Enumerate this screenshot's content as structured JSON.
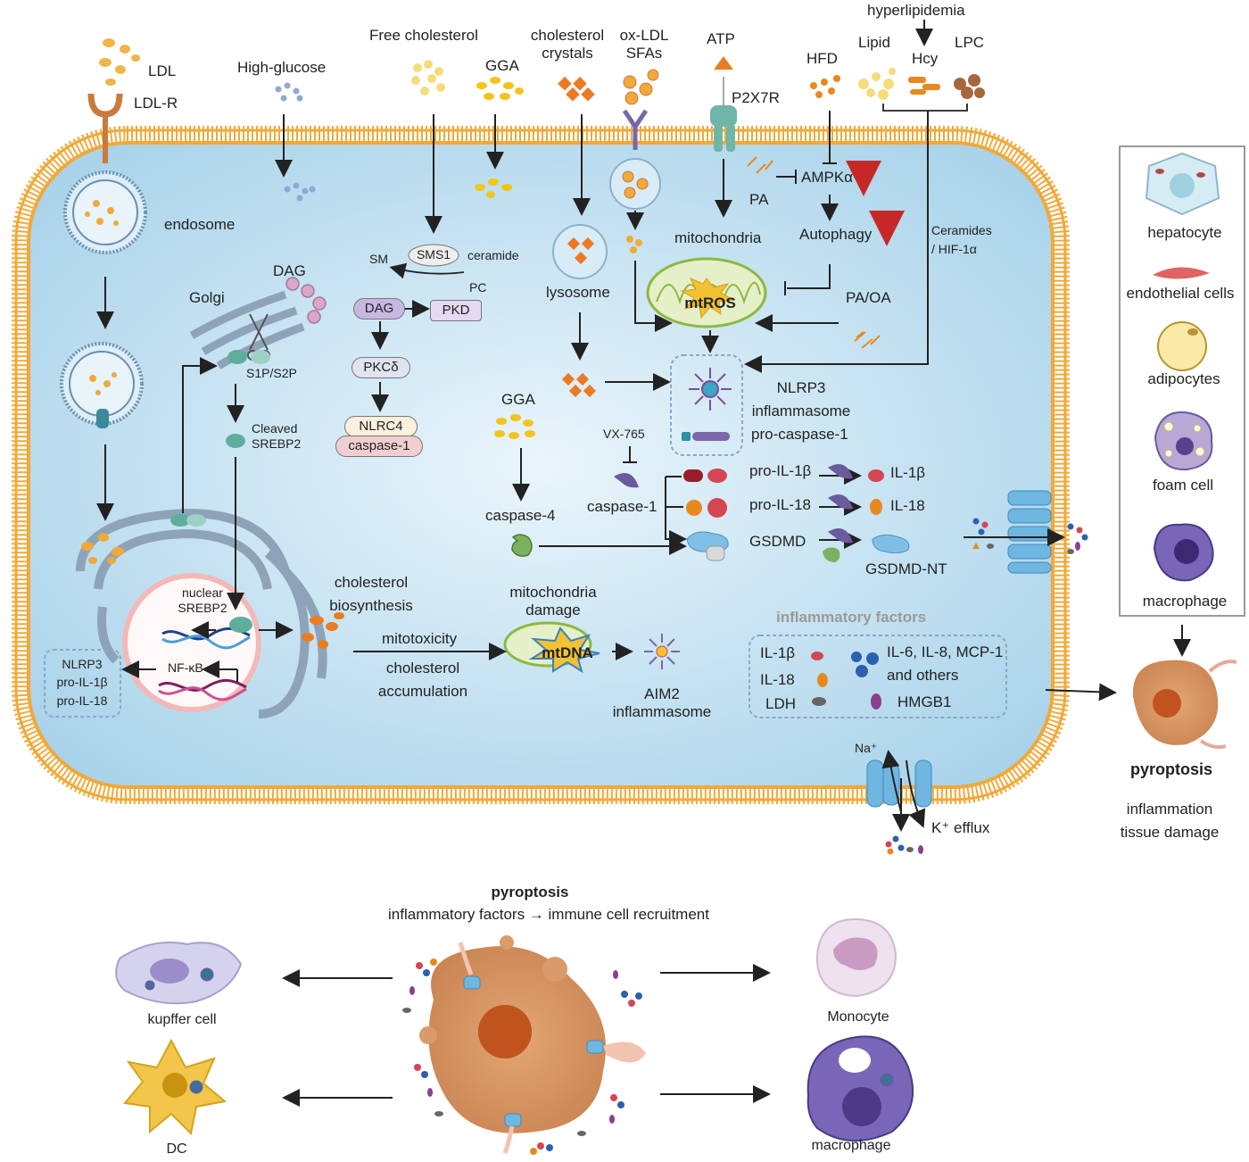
{
  "top": {
    "ldl": "LDL",
    "ldlr": "LDL-R",
    "high_glucose": "High-glucose",
    "free_cholesterol": "Free cholesterol",
    "gga": "GGA",
    "cholesterol_crystals": "cholesterol\ncrystals",
    "oxldl_sfas": "ox-LDL\nSFAs",
    "atp": "ATP",
    "p2x7r": "P2X7R",
    "hfd": "HFD",
    "hyperlipidemia": "hyperlipidemia",
    "lipid": "Lipid",
    "hcy": "Hcy",
    "lpc": "LPC"
  },
  "cell": {
    "endosome": "endosome",
    "golgi": "Golgi",
    "dag_top": "DAG",
    "s1p_s2p": "S1P/S2P",
    "cleaved_srebp2": "Cleaved\nSREBP2",
    "nuclear_srebp2": "nuclear\nSREBP2",
    "nfkb": "NF-κB",
    "nlrp3_box": "NLRP3\npro-IL-1β\npro-IL-18",
    "sm": "SM",
    "sms1": "SMS1",
    "ceramide": "ceramide",
    "pc": "PC",
    "dag": "DAG",
    "pkd": "PKD",
    "pkcd": "PKCδ",
    "nlrc4": "NLRC4",
    "caspase1_pill": "caspase-1",
    "lysosome": "lysosome",
    "gga2": "GGA",
    "vx765": "VX-765",
    "caspase4": "caspase-4",
    "caspase1": "caspase-1",
    "pa": "PA",
    "ampka": "AMPKα",
    "autophagy": "Autophagy",
    "mitochondria": "mitochondria",
    "mtros": "mtROS",
    "paoa": "PA/OA",
    "ceramides_hif": "Ceramides\n/ HIF-1α",
    "nlrp3_inflammasome": "NLRP3\ninflammasome",
    "pro_caspase1": "pro-caspase-1",
    "pro_il1b": "pro-IL-1β",
    "il1b": "IL-1β",
    "pro_il18": "pro-IL-18",
    "il18": "IL-18",
    "gsdmd": "GSDMD",
    "gsdmd_nt": "GSDMD-NT",
    "cholesterol_biosynthesis": "cholesterol\nbiosynthesis",
    "mitotoxicity": "mitotoxicity",
    "cholesterol_accumulation": "cholesterol\naccumulation",
    "mito_damage": "mitochondria\ndamage",
    "mtdna": "mtDNA",
    "aim2": "AIM2\ninflammasome",
    "inflammatory_factors": "inflammatory factors",
    "f_il1b": "IL-1β",
    "f_il18": "IL-18",
    "f_ldh": "LDH",
    "f_il6": "IL-6, IL-8, MCP-1\nand others",
    "f_hmgb1": "HMGB1",
    "na": "Na⁺",
    "k_efflux": "K⁺ efflux"
  },
  "side": {
    "hepatocyte": "hepatocyte",
    "endothelial": "endothelial cells",
    "adipocytes": "adipocytes",
    "foam_cell": "foam cell",
    "macrophage": "macrophage",
    "pyroptosis": "pyroptosis",
    "inflammation": "inflammation\ntissue damage"
  },
  "bottom": {
    "pyroptosis": "pyroptosis",
    "subtitle": "inflammatory factors  →  immune cell recruitment",
    "kupffer": "kupffer cell",
    "dc": "DC",
    "monocyte": "Monocyte",
    "macrophage": "macrophage"
  },
  "colors": {
    "membrane": "#f0a93a",
    "cytoplasm": "#cfe6f3",
    "arrow": "#222222",
    "red_arrow": "#c62828",
    "mtros_fill": "#f2c230",
    "cell_orange": "#d99b6a"
  }
}
